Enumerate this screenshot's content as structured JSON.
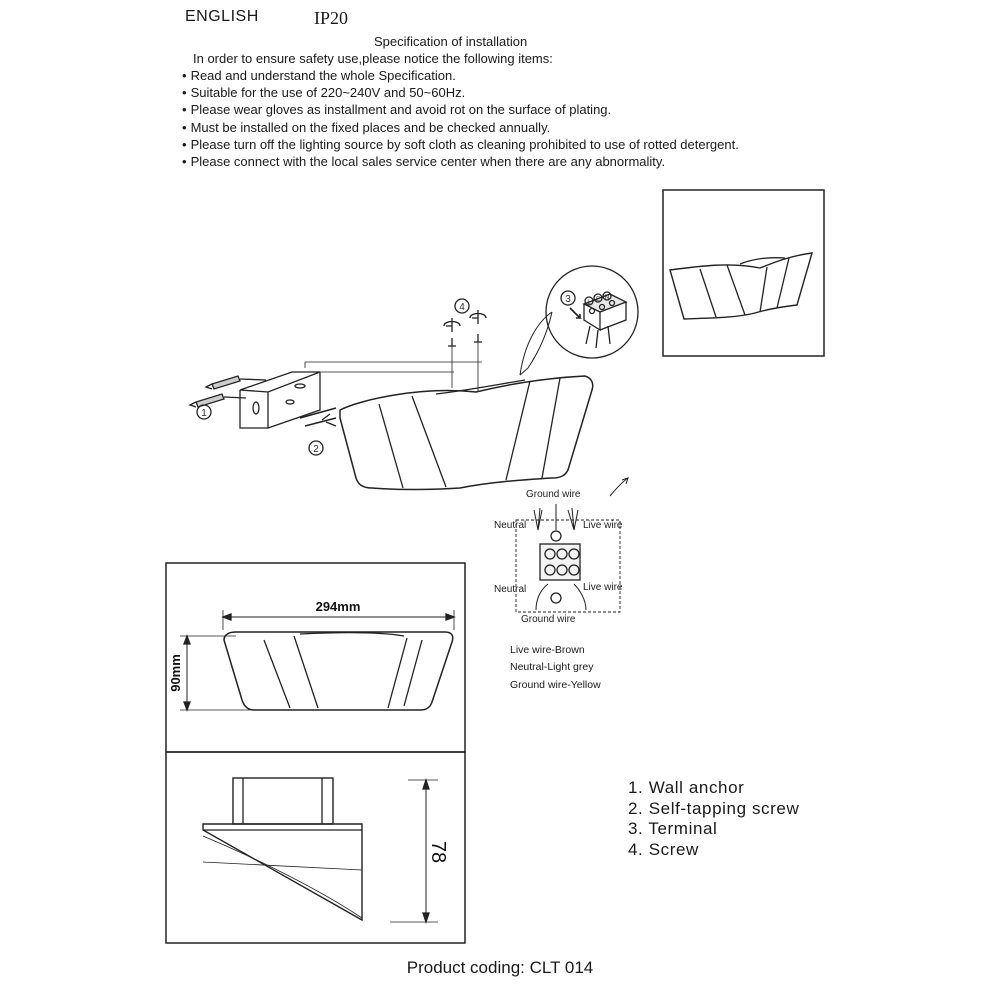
{
  "header": {
    "language": "ENGLISH",
    "ip_rating": "IP20",
    "title": "Specification of installation",
    "intro": "In order to ensure safety use,please notice the following items:"
  },
  "notes": [
    "Read and understand the whole Specification.",
    "Suitable for the use of 220~240V and 50~60Hz.",
    "Please wear gloves as installment and avoid rot on the surface of plating.",
    "Must be installed on the fixed places and be checked annually.",
    "Please turn off the lighting source by soft cloth as cleaning prohibited to use of rotted detergent.",
    "Please connect with the local sales service center when there are any abnormality."
  ],
  "callouts": {
    "c1": "1",
    "c2": "2",
    "c3": "3",
    "c4": "4"
  },
  "wiring": {
    "ground_top": "Ground wire",
    "neutral_top": "Neutral",
    "live_top": "Live wire",
    "neutral_bottom": "Neutral",
    "live_bottom": "Live wire",
    "ground_bottom": "Ground wire",
    "terminal_letters": {
      "l": "L",
      "e": "E",
      "n": "N"
    }
  },
  "legend": {
    "live": "Live wire-Brown",
    "neutral": "Neutral-Light grey",
    "ground": "Ground wire-Yellow"
  },
  "dimensions": {
    "width": "294mm",
    "height": "90mm",
    "depth": "78"
  },
  "parts": [
    "1. Wall anchor",
    "2. Self-tapping screw",
    "3. Terminal",
    "4. Screw"
  ],
  "product_coding": "Product coding: CLT 014"
}
